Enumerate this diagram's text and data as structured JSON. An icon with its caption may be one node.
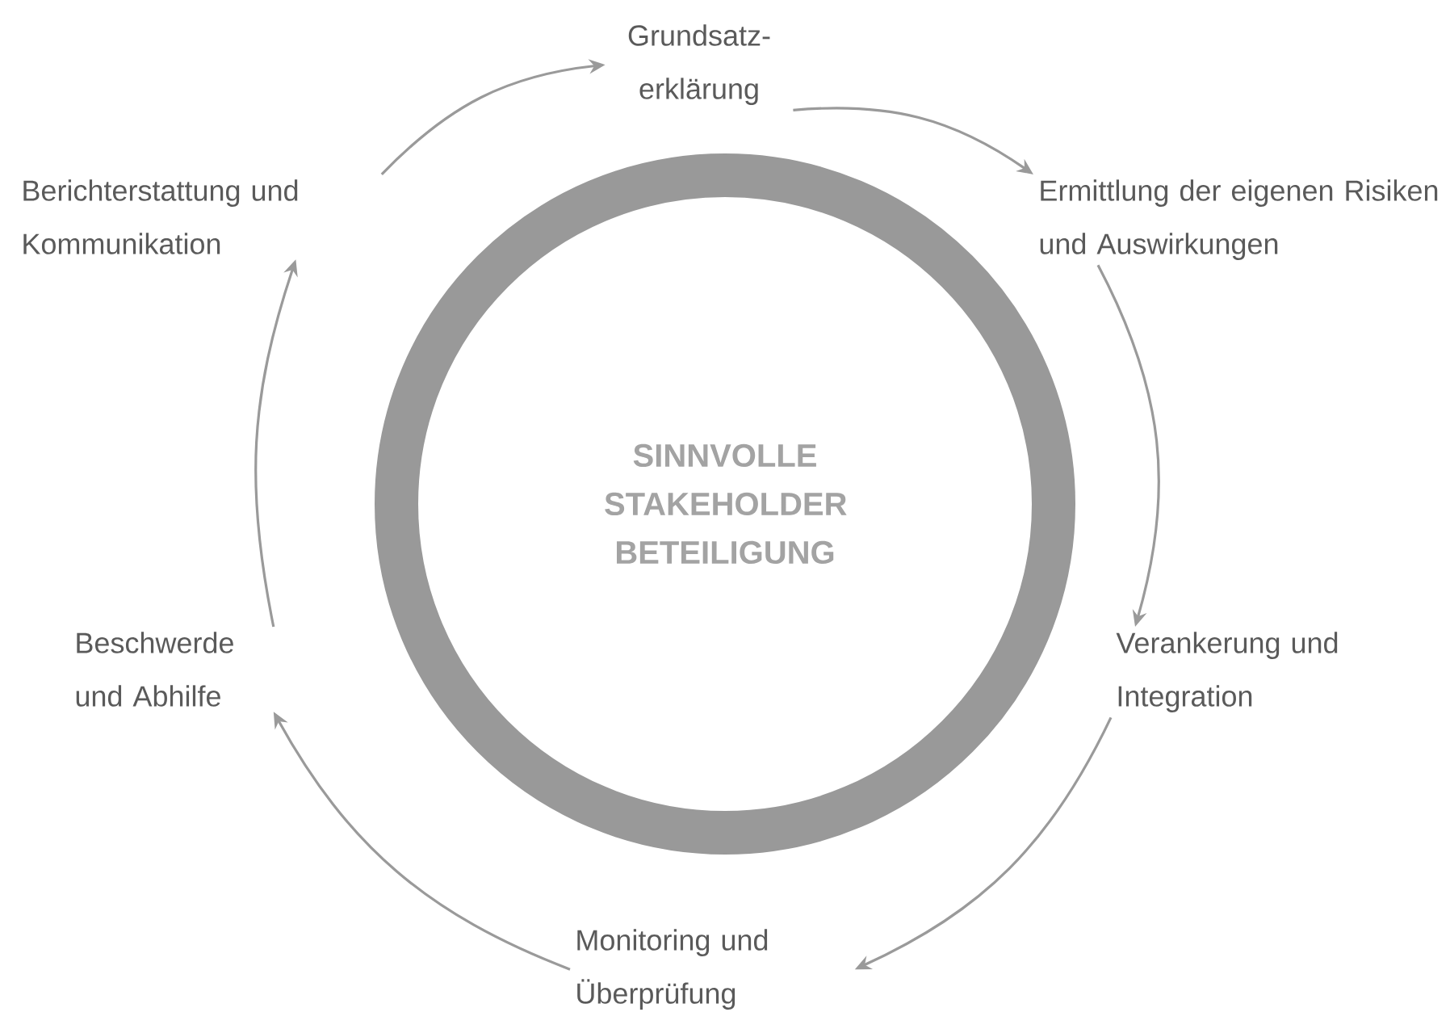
{
  "diagram": {
    "nodes": [
      {
        "text": [
          "SINNVOLLE STAKEHOLDER BETEILIGUNG"
        ]
      },
      {
        "text": [
          "Grundsatz- erklärung"
        ]
      },
      {
        "text": [
          "Ermittlung der eigenen Risiken und Auswirkungen"
        ]
      },
      {
        "text": [
          "Verankerung und Integration"
        ]
      },
      {
        "text": [
          "Monitoring und Überprüfung"
        ]
      },
      {
        "text": [
          "Beschwerde und Abhilfe"
        ]
      },
      {
        "text": [
          "Berichterstattung und Kommunikation"
        ]
      }
    ],
    "edges": [
      {
        "from": 1,
        "to": 2,
        "arrow": "to"
      },
      {
        "from": 2,
        "to": 3,
        "arrow": "to"
      },
      {
        "from": 3,
        "to": 4,
        "arrow": "to"
      },
      {
        "from": 4,
        "to": 5,
        "arrow": "to"
      },
      {
        "from": 5,
        "to": 6,
        "arrow": "to"
      },
      {
        "from": 6,
        "to": 1,
        "arrow": "to"
      }
    ]
  }
}
